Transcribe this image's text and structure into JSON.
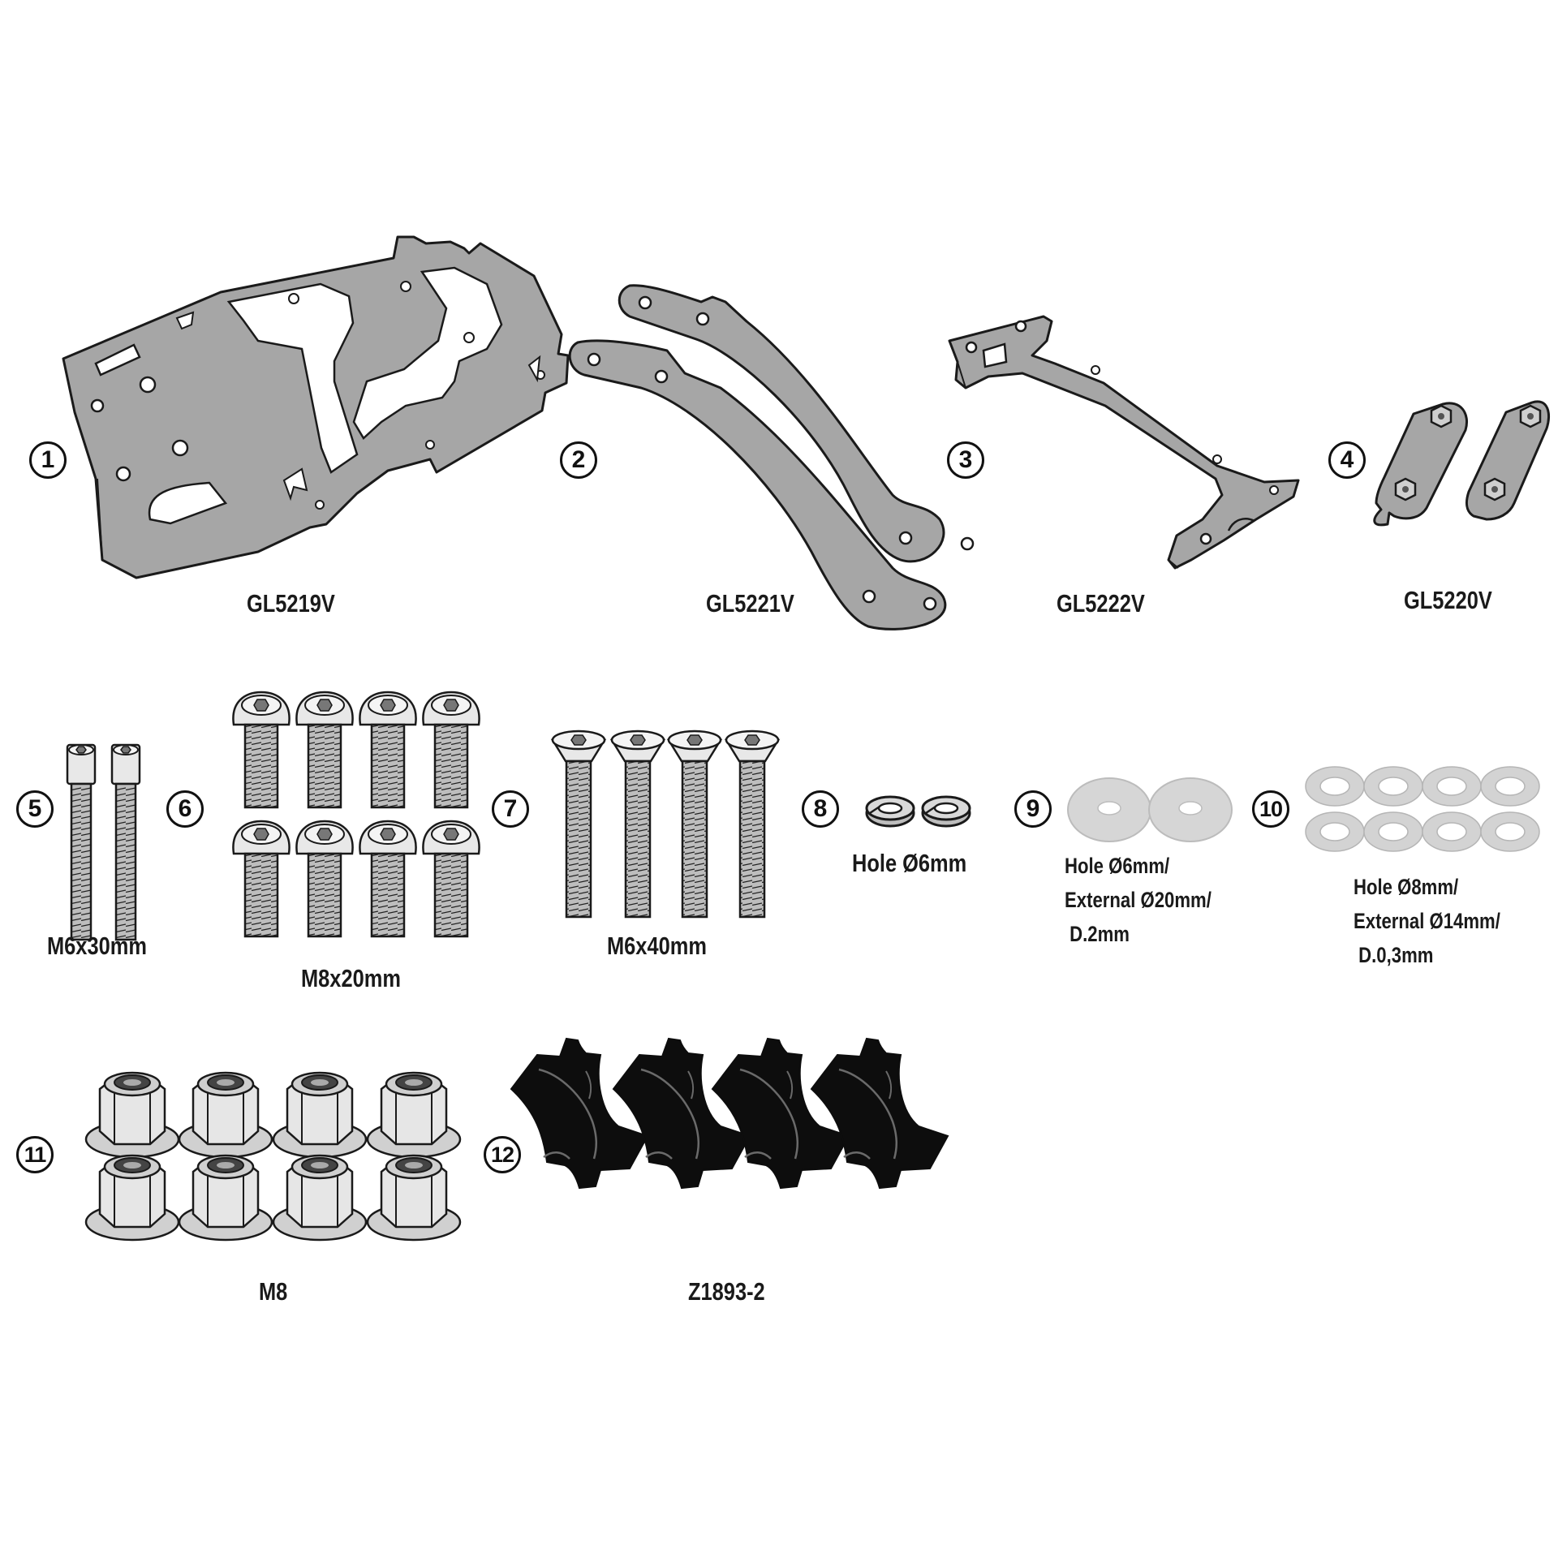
{
  "parts": [
    {
      "number": "1",
      "label": "GL5219V"
    },
    {
      "number": "2",
      "label": "GL5221V"
    },
    {
      "number": "3",
      "label": "GL5222V"
    },
    {
      "number": "4",
      "label": "GL5220V"
    },
    {
      "number": "5",
      "label": "M6x30mm"
    },
    {
      "number": "6",
      "label": "M8x20mm"
    },
    {
      "number": "7",
      "label": "M6x40mm"
    },
    {
      "number": "8",
      "label": "Hole Ø6mm"
    },
    {
      "number": "9",
      "label_lines": [
        "Hole Ø6mm/",
        "External Ø20mm/",
        " D.2mm"
      ]
    },
    {
      "number": "10",
      "label_lines": [
        "Hole Ø8mm/",
        "External Ø14mm/",
        " D.0,3mm"
      ]
    },
    {
      "number": "11",
      "label": "M8"
    },
    {
      "number": "12",
      "label": "Z1893-2"
    }
  ],
  "colors": {
    "metal": "#a6a6a6",
    "outline": "#1a1a1a",
    "rubber": "#0d0d0d",
    "washer": "#d6d6d6"
  }
}
